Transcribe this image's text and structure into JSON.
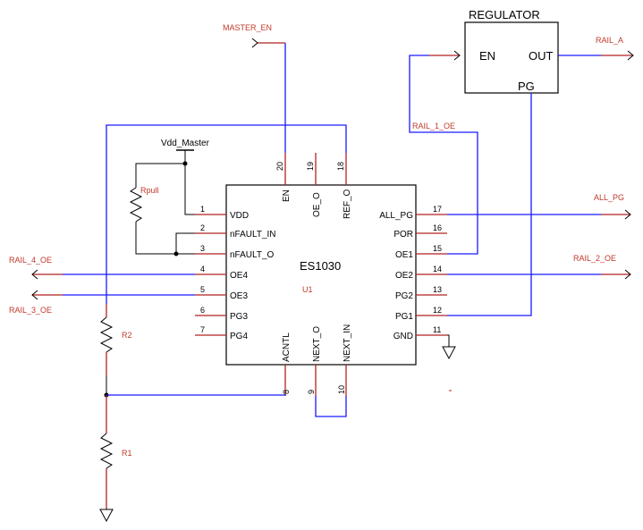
{
  "chip": {
    "name": "ES1030",
    "ref": "U1",
    "left_pins": [
      {
        "num": "1",
        "label": "VDD"
      },
      {
        "num": "2",
        "label": "nFAULT_IN"
      },
      {
        "num": "3",
        "label": "nFAULT_O"
      },
      {
        "num": "4",
        "label": "OE4"
      },
      {
        "num": "5",
        "label": "OE3"
      },
      {
        "num": "6",
        "label": "PG3"
      },
      {
        "num": "7",
        "label": "PG4"
      }
    ],
    "right_pins": [
      {
        "num": "17",
        "label": "ALL_PG"
      },
      {
        "num": "16",
        "label": "POR"
      },
      {
        "num": "15",
        "label": "OE1"
      },
      {
        "num": "14",
        "label": "OE2"
      },
      {
        "num": "13",
        "label": "PG2"
      },
      {
        "num": "12",
        "label": "PG1"
      },
      {
        "num": "11",
        "label": "GND"
      }
    ],
    "top_pins": [
      {
        "num": "20",
        "label": "EN"
      },
      {
        "num": "19",
        "label": "OE_O"
      },
      {
        "num": "18",
        "label": "REF_O"
      }
    ],
    "bottom_pins": [
      {
        "num": "8",
        "label": "ACNTL"
      },
      {
        "num": "9",
        "label": "NEXT_O"
      },
      {
        "num": "10",
        "label": "NEXT_IN"
      }
    ]
  },
  "regulator": {
    "title": "REGULATOR",
    "en": "EN",
    "out": "OUT",
    "pg": "PG"
  },
  "nets": {
    "master_en": "MASTER_EN",
    "rail_a": "RAIL_A",
    "rail_1_oe": "RAIL_1_OE",
    "all_pg": "ALL_PG",
    "rail_2_oe": "RAIL_2_OE",
    "rail_4_oe": "RAIL_4_OE",
    "rail_3_oe": "RAIL_3_OE"
  },
  "components": {
    "vdd_master": "Vdd_Master",
    "rpull": "Rpull",
    "r1": "R1",
    "r2": "R2"
  }
}
